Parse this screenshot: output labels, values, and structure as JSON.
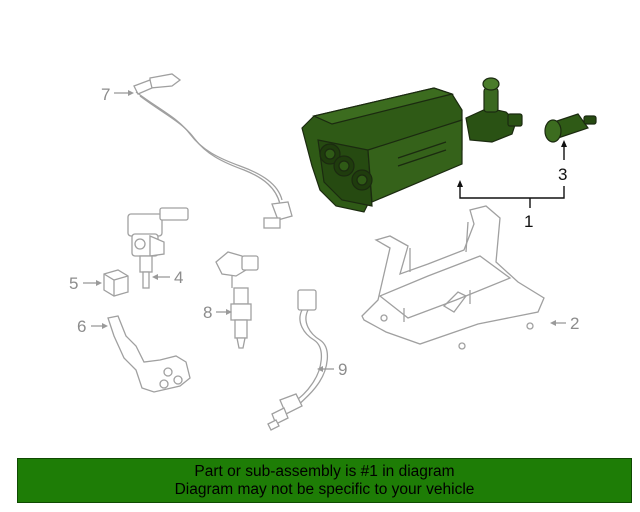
{
  "callouts": {
    "c1": "1",
    "c2": "2",
    "c3": "3",
    "c4": "4",
    "c5": "5",
    "c6": "6",
    "c7": "7",
    "c8": "8",
    "c9": "9"
  },
  "banner": {
    "line1": "Part or sub-assembly is #1 in diagram",
    "line2": "Diagram may not be specific to your vehicle"
  },
  "colors": {
    "highlight": "#2f5a16",
    "banner": "#1e7d06"
  }
}
